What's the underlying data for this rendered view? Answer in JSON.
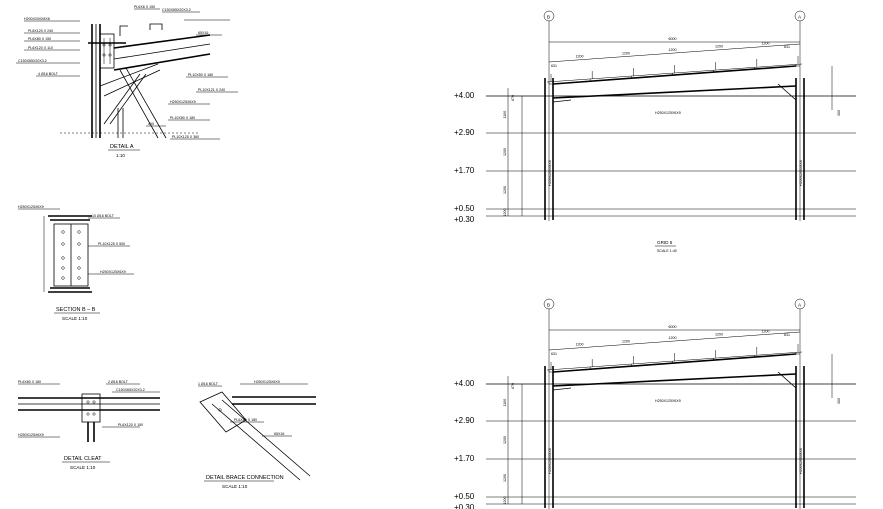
{
  "details": {
    "detail_a": {
      "title": "DETAIL   A",
      "scale": "1:10",
      "labels": [
        "PL6X6 X 150",
        "C150X65X20X3.2",
        "H200X200X8X8",
        "PL8X120 X 240",
        "PL6X80 X 150",
        "PL6X120 X 110",
        "C150X65X20X3.2",
        "4 Ø16 BOLT",
        "PL10X50 X 180",
        "PL10X121 X 240",
        "H250X125X6X9",
        "PL10X80 X 180",
        "PL10X125 X 360",
        "400",
        "65X16"
      ]
    },
    "section_bb": {
      "title": "SECTION   B – B",
      "scale": "SCALE  1:10",
      "labels": [
        "H250X125X6X9",
        "10 Ø16 BOLT",
        "PL10X125 X 500",
        "H250X125X6X9"
      ]
    },
    "detail_cleat": {
      "title": "DETAIL CLEAT",
      "scale": "SCALE  1:10",
      "labels": [
        "PL6X80 X 180",
        "2 Ø16 BOLT",
        "C150X65X20X3.2",
        "PL6X120 X 150",
        "H250X125X6X9"
      ]
    },
    "detail_brace": {
      "title": "DETAIL BRACE CONNECTION",
      "scale": "SCALE  1:10",
      "labels": [
        "1 Ø16 BOLT",
        "H250X125X6X9",
        "PL6X80 X 180",
        "65X16"
      ]
    }
  },
  "grids": [
    {
      "title": "GRID 5",
      "scale": "SCALE  1:40",
      "axis_left": "B",
      "axis_right": "A",
      "span": "6000",
      "purlin_spacing": [
        "1200",
        "1200",
        "1200",
        "1200",
        "1200"
      ],
      "edge_dims": [
        "631",
        "631"
      ],
      "levels": [
        "+4.00",
        "+2.90",
        "+1.70",
        "+0.50",
        "+0.30"
      ],
      "left_dims": [
        "1100",
        "670",
        "1200",
        "1200",
        "1200"
      ],
      "rafter_label": "H250X125X6X9",
      "column_label": "H200X200X8X8",
      "rise": "300"
    },
    {
      "title": "",
      "scale": "",
      "axis_left": "B",
      "axis_right": "A",
      "span": "6000",
      "purlin_spacing": [
        "1200",
        "1200",
        "1200",
        "1200",
        "1200"
      ],
      "edge_dims": [
        "631",
        "631"
      ],
      "levels": [
        "+4.00",
        "+2.90",
        "+1.70",
        "+0.50",
        "+0.30"
      ],
      "left_dims": [
        "1100",
        "670",
        "1200",
        "1200",
        "1200"
      ],
      "rafter_label": "H250X125X6X9",
      "column_label": "H200X200X8X8",
      "rise": "300"
    }
  ]
}
